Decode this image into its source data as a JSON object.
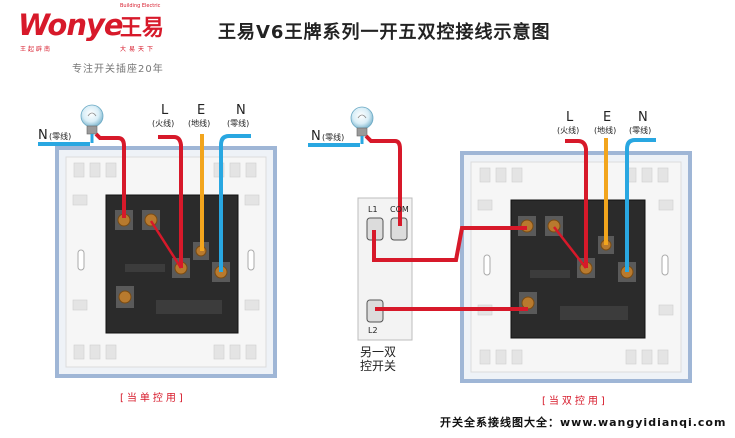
{
  "logo": {
    "brand": "Wonye",
    "brand_cn": "王易",
    "sub_en": "Building Electric",
    "sub_left": "王起辟南",
    "sub_right": "大易天下"
  },
  "slogan": "专注开关插座20年",
  "title": "王易V6王牌系列一开五双控接线示意图",
  "footer": "开关全系接线图大全：www.wangyidianqi.com",
  "left_panel": {
    "lamp_label": "N",
    "lamp_label_sub": "(零线)",
    "wires": {
      "L": "L",
      "L_sub": "(火线)",
      "E": "E",
      "E_sub": "(地线)",
      "N": "N",
      "N_sub": "(零线)"
    },
    "caption": "[当单控用]"
  },
  "right_panel": {
    "lamp_label": "N",
    "lamp_label_sub": "(零线)",
    "wires": {
      "L": "L",
      "L_sub": "(火线)",
      "E": "E",
      "E_sub": "(地线)",
      "N": "N",
      "N_sub": "(零线)"
    },
    "caption": "[当双控用]"
  },
  "remote_switch": {
    "term_l1": "L1",
    "term_com": "COM",
    "term_l2": "L2",
    "caption": "另一双控开关"
  },
  "colors": {
    "live": "#d7192a",
    "earth": "#f2a51d",
    "neutral": "#29a7e1",
    "panel_frame": "#9fb6d6",
    "plate": "#f4f4f4",
    "back_box": "#2b2b2b"
  }
}
